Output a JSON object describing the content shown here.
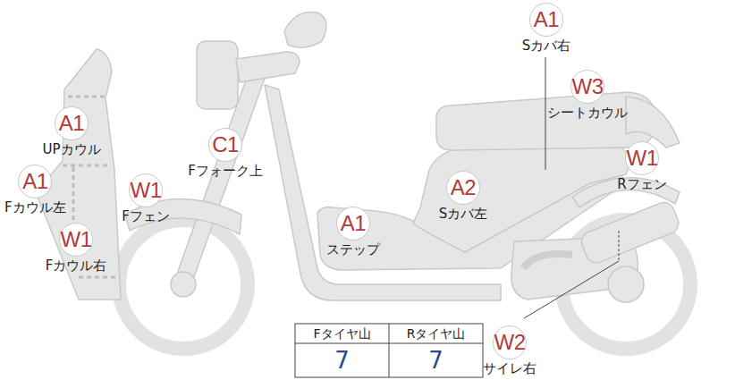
{
  "diagram": {
    "nodes": [
      {
        "text": [
          "A1",
          "Sカバ右"
        ]
      },
      {
        "text": [
          "W3",
          "シートカウル"
        ]
      },
      {
        "text": [
          "A1",
          "UPカウル"
        ]
      },
      {
        "text": [
          "C1",
          "Fフォーク上"
        ]
      },
      {
        "text": [
          "W1",
          "Rフェン"
        ]
      },
      {
        "text": [
          "A1",
          "Fカウル左"
        ]
      },
      {
        "text": [
          "W1",
          "Fフェン"
        ]
      },
      {
        "text": [
          "A2",
          "Sカバ左"
        ]
      },
      {
        "text": [
          "A1",
          "ステップ"
        ]
      },
      {
        "text": [
          "W1",
          "Fカウル右"
        ]
      },
      {
        "text": [
          "W2",
          "サイレ右"
        ]
      }
    ],
    "labels": [
      "Fタイヤ山",
      "Rタイヤ山",
      "7",
      "7"
    ]
  }
}
